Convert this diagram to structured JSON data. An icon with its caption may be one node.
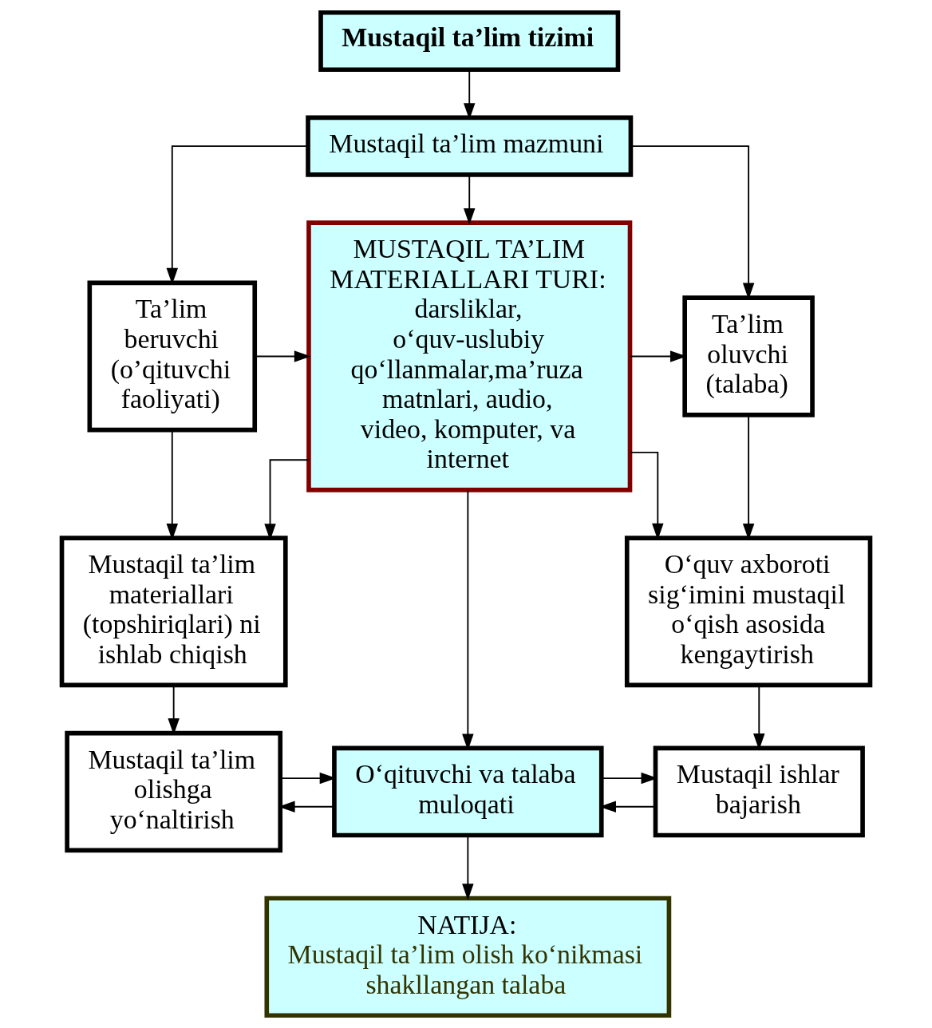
{
  "diagram": {
    "nodes": [
      {
        "text": [
          "Mustaqil ta’lim tizimi"
        ]
      },
      {
        "text": [
          "Mustaqil ta’lim mazmuni"
        ]
      },
      {
        "text": [
          "Ta’lim beruvchi (o’qituvchi faoliyati)"
        ]
      },
      {
        "text": [
          "MUSTAQIL TA’LIM MATERIALLARI TURI:",
          "darsliklar, o‘quv-uslubiy qo‘llanmalar,ma’ruza matnlari, audio, video, komputer, va internet"
        ]
      },
      {
        "text": [
          "Ta’lim oluvchi (talaba)"
        ]
      },
      {
        "text": [
          "Mustaqil ta’lim materiallari (topshiriqlari) ni ishlab chiqish"
        ]
      },
      {
        "text": [
          "O‘quv axboroti sig‘imini mustaqil o‘qish asosida kengaytirish"
        ]
      },
      {
        "text": [
          "Mustaqil ta’lim olishga yo‘naltirish"
        ]
      },
      {
        "text": [
          "O‘qituvchi va talaba muloqati"
        ]
      },
      {
        "text": [
          "Mustaqil ishlar bajarish"
        ]
      },
      {
        "text": [
          "NATIJA:",
          "Mustaqil ta’lim olish ko‘nikmasi shakllangan talaba"
        ]
      }
    ],
    "edges": [
      {
        "from": 0,
        "to": 1,
        "arrow": "to"
      },
      {
        "from": 1,
        "to": 2,
        "arrow": "to"
      },
      {
        "from": 1,
        "to": 3,
        "arrow": "to"
      },
      {
        "from": 1,
        "to": 4,
        "arrow": "to"
      },
      {
        "from": 2,
        "to": 3,
        "arrow": "to"
      },
      {
        "from": 3,
        "to": 4,
        "arrow": "to"
      },
      {
        "from": 2,
        "to": 5,
        "arrow": "to"
      },
      {
        "from": 4,
        "to": 6,
        "arrow": "to"
      },
      {
        "from": 3,
        "to": 5,
        "arrow": "to"
      },
      {
        "from": 3,
        "to": 6,
        "arrow": "to"
      },
      {
        "from": 5,
        "to": 7,
        "arrow": "to"
      },
      {
        "from": 6,
        "to": 9,
        "arrow": "to"
      },
      {
        "from": 3,
        "to": 8,
        "arrow": "to"
      },
      {
        "from": 7,
        "to": 8,
        "arrow": "to"
      },
      {
        "from": 8,
        "to": 7,
        "arrow": "to"
      },
      {
        "from": 9,
        "to": 8,
        "arrow": "to"
      },
      {
        "from": 8,
        "to": 9,
        "arrow": "to"
      },
      {
        "from": 8,
        "to": 10,
        "arrow": "to"
      }
    ]
  }
}
